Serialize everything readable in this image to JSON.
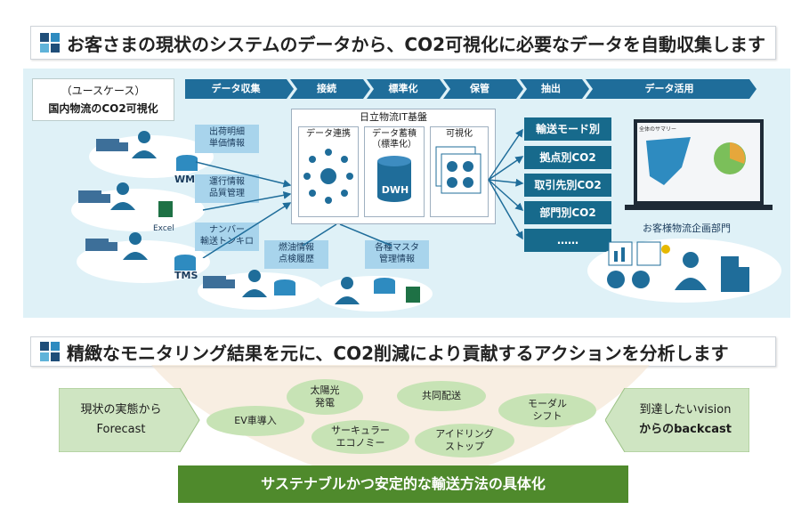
{
  "header1": {
    "title": "お客さまの現状のシステムのデータから、CO2可視化に必要なデータを自動収集します"
  },
  "header2": {
    "title": "精緻なモニタリング結果を元に、CO2削減により貢献するアクションを分析します"
  },
  "usecase": {
    "line1": "（ユースケース）",
    "line2": "国内物流のCO2可視化"
  },
  "stages": [
    "データ収集",
    "接続",
    "標準化",
    "保管",
    "抽出",
    "データ活用"
  ],
  "sources": {
    "box1": "出荷明細\n単価情報",
    "box2": "運行情報\n品質管理",
    "box3": "ナンバー\n輸送トンキロ",
    "box4": "燃油情報\n点検履歴",
    "box5": "各種マスタ\n管理情報",
    "wms": "WMS",
    "excel": "Excel",
    "tms": "TMS"
  },
  "platform": {
    "title": "日立物流IT基盤",
    "col1": "データ連携",
    "col2": "データ蓄積\n（標準化）",
    "col3": "可視化",
    "dwh": "DWH"
  },
  "outputs": [
    "輸送モード別CO2",
    "拠点別CO2",
    "取引先別CO2",
    "部門別CO2",
    "……"
  ],
  "customer_label": "お客様物流企画部門",
  "monitor_title": "全体のサマリー",
  "lower": {
    "left_line1": "現状の実態から",
    "left_line2": "Forecast",
    "right_line1": "到達したいvision",
    "right_line2": "からのbackcast",
    "actions": [
      "太陽光\n発電",
      "共同配送",
      "EV車導入",
      "モーダル\nシフト",
      "サーキュラー\nエコノミー",
      "アイドリング\nストップ"
    ],
    "bottom": "サステナブルかつ安定的な輸送方法の具体化"
  },
  "colors": {
    "panel_bg": "#dff1f7",
    "stage_bar": "#1f6d9a",
    "output_btn": "#176a8c",
    "green": "#4f8a2c"
  }
}
